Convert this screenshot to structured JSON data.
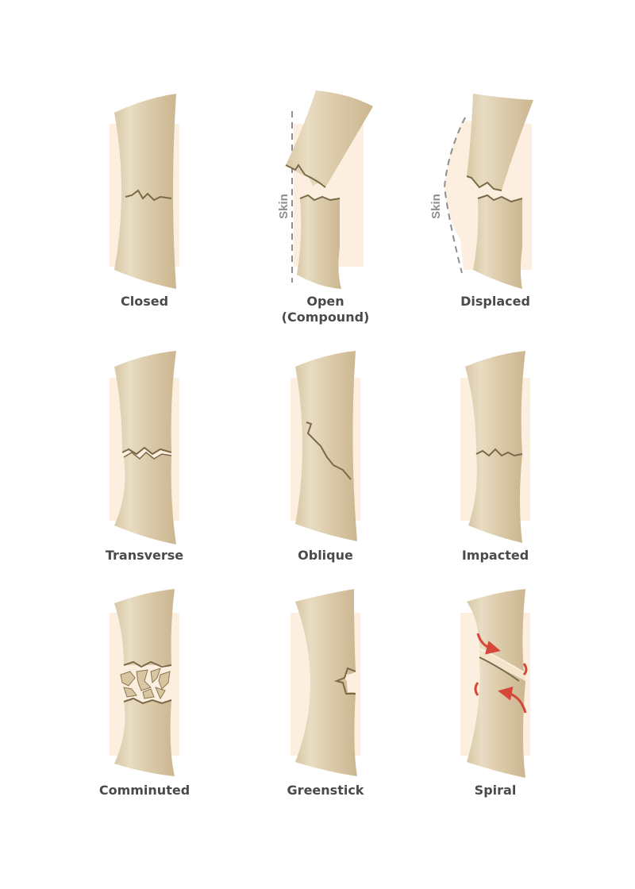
{
  "colors": {
    "background": "#ffffff",
    "skin_backdrop": "#fcefdf",
    "bone_light": "#e6d8bd",
    "bone_dark": "#cdb994",
    "crack": "#7a6a48",
    "label": "#4a4a4c",
    "skin_line": "#8e8e90",
    "arrow": "#d6473a"
  },
  "fractures": [
    {
      "id": "closed",
      "label": "Closed"
    },
    {
      "id": "open",
      "label": "Open",
      "label_line2": "(Compound)",
      "skin_label": "Skin"
    },
    {
      "id": "displaced",
      "label": "Displaced",
      "skin_label": "Skin"
    },
    {
      "id": "transverse",
      "label": "Transverse"
    },
    {
      "id": "oblique",
      "label": "Oblique"
    },
    {
      "id": "impacted",
      "label": "Impacted"
    },
    {
      "id": "comminuted",
      "label": "Comminuted"
    },
    {
      "id": "greenstick",
      "label": "Greenstick"
    },
    {
      "id": "spiral",
      "label": "Spiral"
    }
  ]
}
